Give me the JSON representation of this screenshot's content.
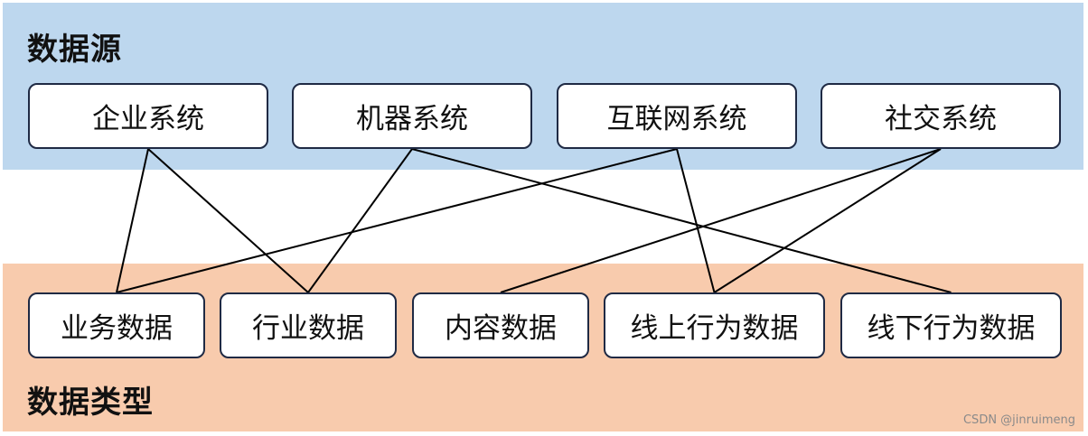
{
  "source_band": {
    "title": "数据源",
    "color": "#bdd7ee",
    "nodes": [
      {
        "id": "s1",
        "label": "企业系统"
      },
      {
        "id": "s2",
        "label": "机器系统"
      },
      {
        "id": "s3",
        "label": "互联网系统"
      },
      {
        "id": "s4",
        "label": "社交系统"
      }
    ]
  },
  "type_band": {
    "title": "数据类型",
    "color": "#f8cbad",
    "nodes": [
      {
        "id": "t1",
        "label": "业务数据"
      },
      {
        "id": "t2",
        "label": "行业数据"
      },
      {
        "id": "t3",
        "label": "内容数据"
      },
      {
        "id": "t4",
        "label": "线上行为数据"
      },
      {
        "id": "t5",
        "label": "线下行为数据"
      }
    ]
  },
  "links": [
    {
      "from": "s1",
      "to": "t1"
    },
    {
      "from": "s1",
      "to": "t2"
    },
    {
      "from": "s2",
      "to": "t2"
    },
    {
      "from": "s2",
      "to": "t5"
    },
    {
      "from": "s3",
      "to": "t1"
    },
    {
      "from": "s3",
      "to": "t4"
    },
    {
      "from": "s4",
      "to": "t3"
    },
    {
      "from": "s4",
      "to": "t4"
    }
  ],
  "watermark": "CSDN @jinruimeng"
}
